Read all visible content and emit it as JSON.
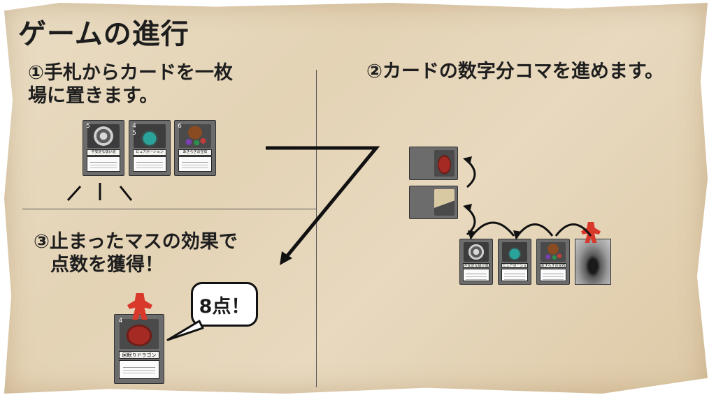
{
  "title": "ゲームの進行",
  "steps": {
    "step1_line1": "①手札からカードを一枚",
    "step1_line2": "場に置きます。",
    "step2": "②カードの数字分コマを進めます。",
    "step3_line1": "③止まったマスの効果で",
    "step3_line2": "点数を獲得！"
  },
  "hand_cards": [
    {
      "cost": "5",
      "name": "不安定な抜け道"
    },
    {
      "cost": "4 5",
      "name": "ピュアポーション"
    },
    {
      "cost": "6",
      "name": "あきらぎの宝石"
    }
  ],
  "board_cards": [
    {
      "name": "不安定な抜け道"
    },
    {
      "name": "ピュアポーション"
    },
    {
      "name": "あきらぎの宝石"
    }
  ],
  "result_card": {
    "cost": "4",
    "name": "居眠りドラゴン"
  },
  "speech_bubble": "8点！",
  "colors": {
    "meeple": "#d8392b",
    "parchment": "#e6d6b8"
  }
}
